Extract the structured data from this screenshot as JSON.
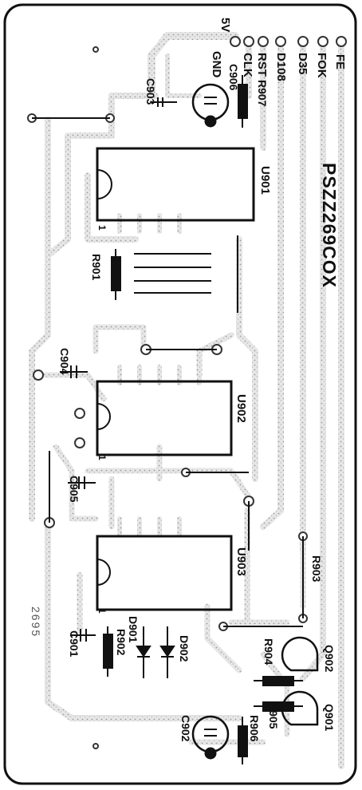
{
  "board": {
    "title": "PSZZ269COX",
    "stamp": "2695",
    "connector_labels": [
      "FE",
      "FOK",
      "D35",
      "D108",
      "RST",
      "CLK",
      "GND",
      "5V"
    ],
    "components": {
      "ics": [
        {
          "ref": "U901",
          "pin1": "1"
        },
        {
          "ref": "U902",
          "pin1": "1"
        },
        {
          "ref": "U903",
          "pin1": "1"
        }
      ],
      "resistors": [
        "R907",
        "R901",
        "R903",
        "R902",
        "R904",
        "R905",
        "R906"
      ],
      "capacitors": [
        "C903",
        "C906",
        "C904",
        "C905",
        "C901",
        "C902"
      ],
      "diodes": [
        "D901",
        "D902"
      ],
      "transistors": [
        "Q902",
        "Q901"
      ]
    }
  },
  "colors": {
    "ink": "#111111",
    "trace": "#d8d8d8",
    "board": "#ffffff"
  }
}
